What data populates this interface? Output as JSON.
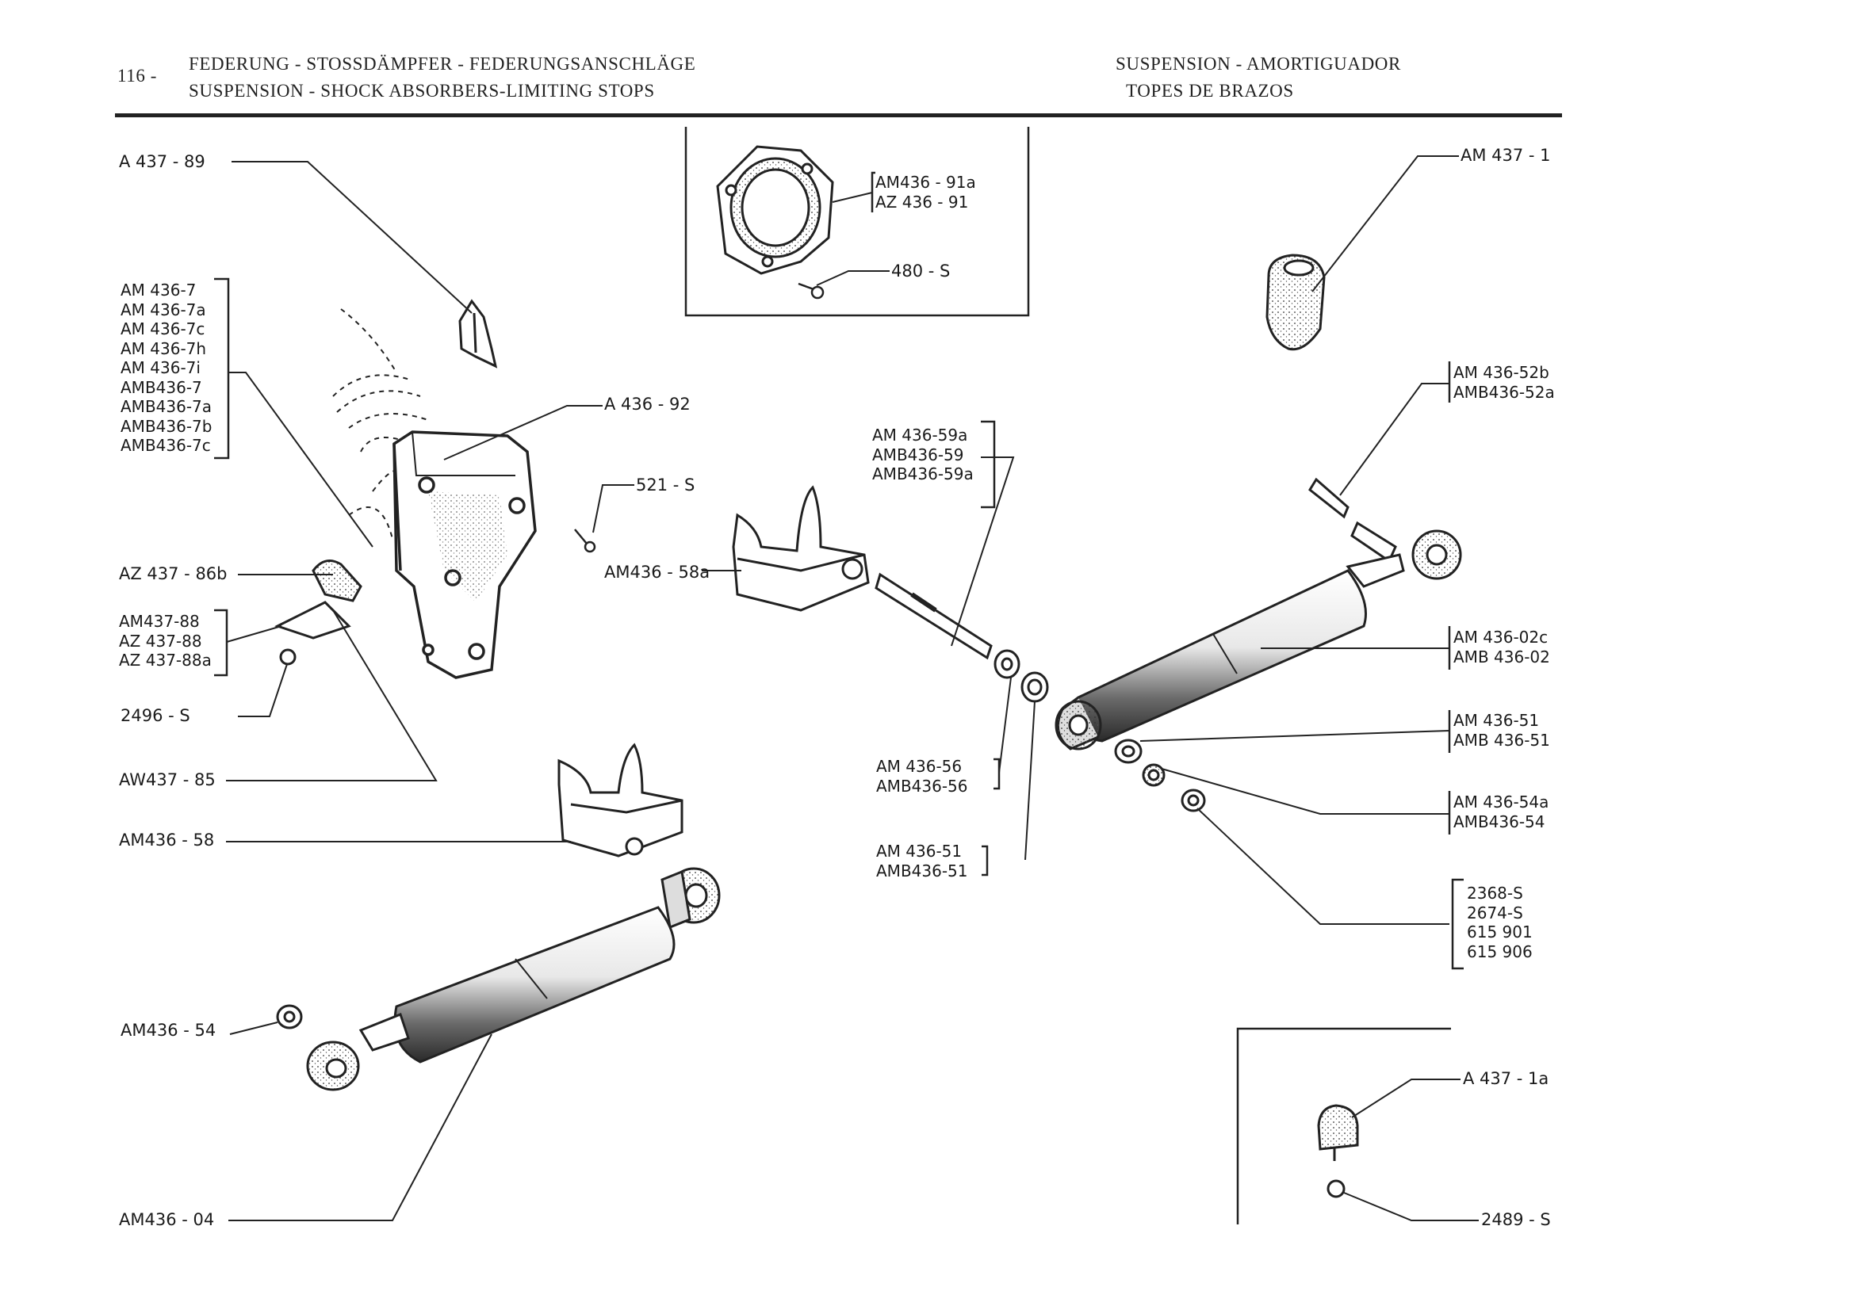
{
  "header": {
    "page_number": "116 -",
    "de_title": "FEDERUNG - STOSSDÄMPFER - FEDERUNGSANSCHLÄGE",
    "en_title": "SUSPENSION - SHOCK ABSORBERS-LIMITING STOPS",
    "es_title_1": "SUSPENSION - AMORTIGUADOR",
    "es_title_2": "TOPES DE BRAZOS"
  },
  "callouts": {
    "a437_89": "A 437 - 89",
    "a436_92": "A 436 - 92",
    "s521": "521 - S",
    "az437_86b": "AZ 437 - 86b",
    "s2496": "2496 - S",
    "aw437_85": "AW437 - 85",
    "am436_58": "AM436 - 58",
    "am436_58a": "AM436 - 58a",
    "am436_54": "AM436 - 54",
    "am436_04": "AM436 - 04",
    "s480": "480 - S",
    "am437_1": "AM 437 - 1",
    "a437_1a": "A 437 - 1a",
    "s2489": "2489 - S"
  },
  "groups": {
    "am436_7": [
      "AM 436-7",
      "AM 436-7a",
      "AM 436-7c",
      "AM 436-7h",
      "AM 436-7i",
      "AMB436-7",
      "AMB436-7a",
      "AMB436-7b",
      "AMB436-7c"
    ],
    "am437_88": [
      "AM437-88",
      "AZ 437-88",
      "AZ 437-88a"
    ],
    "am436_91": [
      "AM436 - 91a",
      "AZ 436 - 91"
    ],
    "am436_59": [
      "AM 436-59a",
      "AMB436-59",
      "AMB436-59a"
    ],
    "am436_56": [
      "AM 436-56",
      "AMB436-56"
    ],
    "am436_51_mid": [
      "AM 436-51",
      "AMB436-51"
    ],
    "am436_52": [
      "AM 436-52b",
      "AMB436-52a"
    ],
    "am436_02": [
      "AM 436-02c",
      "AMB 436-02"
    ],
    "am436_51_right": [
      "AM 436-51",
      "AMB 436-51"
    ],
    "am436_54_right": [
      "AM 436-54a",
      "AMB436-54"
    ],
    "fasteners": [
      "2368-S",
      "2674-S",
      "615 901",
      "615 906"
    ]
  },
  "colors": {
    "ink": "#1c1c1c",
    "paper": "#ffffff",
    "shading": "#7a7a7a"
  }
}
